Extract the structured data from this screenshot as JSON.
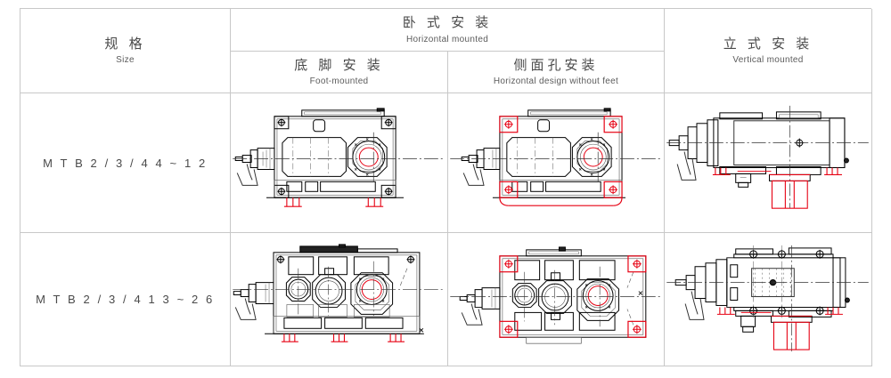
{
  "table": {
    "columns": {
      "size": {
        "cn": "规 格",
        "en": "Size"
      },
      "horizontal_group": {
        "cn": "卧 式 安 装",
        "en": "Horizontal  mounted"
      },
      "foot_mounted": {
        "cn": "底 脚 安 装",
        "en": "Foot-mounted"
      },
      "side_hole_mounted": {
        "cn": "侧面孔安装",
        "en": "Horizontal design without feet"
      },
      "vertical": {
        "cn": "立 式 安 装",
        "en": "Vertical  mounted"
      }
    },
    "rows": [
      {
        "size": "M T B 2 / 3 / 4   4 ~ 1 2",
        "drawings": {
          "foot_mounted": "gearbox-2stage-foot-mounted-drawing",
          "side_hole_mounted": "gearbox-2stage-side-hole-drawing",
          "vertical": "gearbox-2stage-vertical-drawing"
        }
      },
      {
        "size": "M T B 2 / 3 / 4   1 3 ~ 2 6",
        "drawings": {
          "foot_mounted": "gearbox-3stage-foot-mounted-drawing",
          "side_hole_mounted": "gearbox-3stage-side-hole-drawing",
          "vertical": "gearbox-3stage-vertical-drawing"
        }
      }
    ]
  },
  "colors": {
    "border": "#c8c8c8",
    "line": "#000000",
    "accent": "#e60012",
    "text": "#4a4a4a",
    "background": "#ffffff"
  }
}
